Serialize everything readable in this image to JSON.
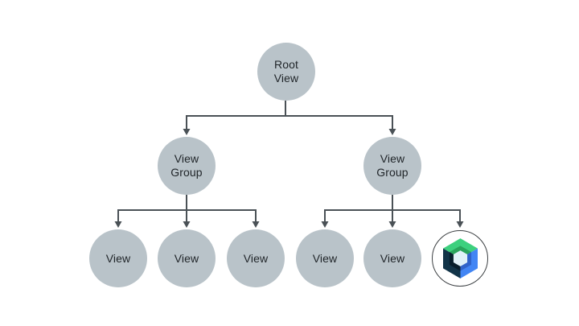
{
  "colors": {
    "bg": "#ffffff",
    "node_fill": "#b9c3c9",
    "node_text": "#1f2428",
    "line": "#4a5156",
    "logo_green": "#3dd07e",
    "logo_green_dark": "#2aa45c",
    "logo_blue": "#4285f4",
    "logo_blue_dark": "#3063c9",
    "logo_navy": "#123448",
    "logo_navy_dark": "#071e2c",
    "logo_inner": "#e0f1f8",
    "logo_ring": "#3c4043"
  },
  "diagram": {
    "type": "tree",
    "description": "Android view hierarchy tree: a root view with two view groups; the left group holds three views, the right group holds two views and a Jetpack Compose node",
    "nodes": {
      "root": {
        "label": "Root\nView"
      },
      "view_group_left": {
        "label": "View\nGroup"
      },
      "view_group_right": {
        "label": "View\nGroup"
      },
      "view_1": {
        "label": "View"
      },
      "view_2": {
        "label": "View"
      },
      "view_3": {
        "label": "View"
      },
      "view_4": {
        "label": "View"
      },
      "view_5": {
        "label": "View"
      },
      "compose": {
        "label": "",
        "icon": "jetpack-compose-logo"
      }
    },
    "edges": [
      [
        "root",
        "view_group_left"
      ],
      [
        "root",
        "view_group_right"
      ],
      [
        "view_group_left",
        "view_1"
      ],
      [
        "view_group_left",
        "view_2"
      ],
      [
        "view_group_left",
        "view_3"
      ],
      [
        "view_group_right",
        "view_4"
      ],
      [
        "view_group_right",
        "view_5"
      ],
      [
        "view_group_right",
        "compose"
      ]
    ]
  }
}
